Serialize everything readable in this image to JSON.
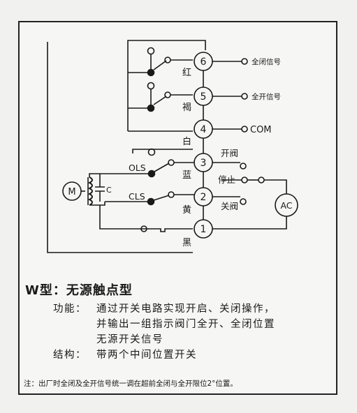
{
  "diagram": {
    "terminals": [
      "6",
      "5",
      "4",
      "3",
      "2",
      "1"
    ],
    "wire_colors": [
      "红",
      "褐",
      "白",
      "蓝",
      "黄",
      "黑"
    ],
    "signals": {
      "full_close": "全闭信号",
      "full_open": "全开信号",
      "com": "COM",
      "open_valve": "开阀",
      "stop": "停止",
      "close_valve": "关阀"
    },
    "switch_labels": {
      "ols": "OLS",
      "cls": "CLS"
    },
    "motor": "M",
    "capacitor": "C",
    "power": "AC"
  },
  "text": {
    "title": "W型：无源触点型",
    "function_label": "功能：",
    "function_lines": [
      "通过开关电路实现开启、关闭操作，",
      "并输出一组指示阀门全开、全闭位置",
      "无源开关信号"
    ],
    "structure_label": "结构：",
    "structure_text": "带两个中间位置开关",
    "note": "注：出厂时全闭及全开信号统一调在超前全闭与全开限位2°位置。"
  }
}
